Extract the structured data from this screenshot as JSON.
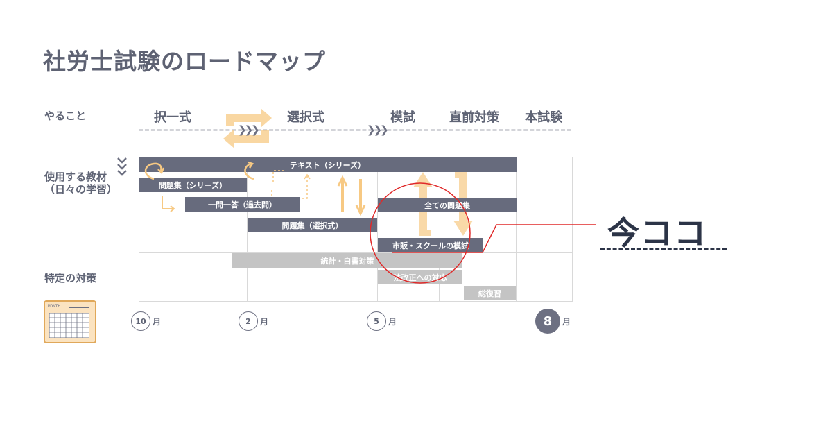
{
  "title": "社労士試験のロードマップ",
  "row_labels": {
    "todo": "やること",
    "materials_line1": "使用する教材",
    "materials_line2": "（日々の学習）",
    "special": "特定の対策"
  },
  "phases": [
    "択一式",
    "選択式",
    "模試",
    "直前対策",
    "本試験"
  ],
  "bars": {
    "text_series": "テキスト（シリーズ）",
    "problem_series": "問題集（シリーズ）",
    "ichimon": "一問一答（過去問）",
    "problem_select": "問題集（選択式）",
    "all_problems": "全ての問題集",
    "mock": "市販・スクールの模試",
    "stats": "統計・白書対策",
    "law_change": "法改正への対応",
    "review": "総復習"
  },
  "months": [
    {
      "num": "10",
      "unit": "月"
    },
    {
      "num": "2",
      "unit": "月"
    },
    {
      "num": "5",
      "unit": "月"
    },
    {
      "num": "8",
      "unit": "月"
    }
  ],
  "calendar_label": "MONTH",
  "now_label": "今ココ",
  "colors": {
    "bar_dark": "#676b7d",
    "bar_gray": "#c4c4c4",
    "accent_orange": "#f7c983",
    "highlight_red": "#e02a2a",
    "now_text": "#2c3447"
  },
  "icons": [
    "cycle-arrows-icon",
    "chevron-right-icon",
    "curve-arrow-icon",
    "up-arrow-icon",
    "down-arrow-icon",
    "calendar-icon"
  ]
}
